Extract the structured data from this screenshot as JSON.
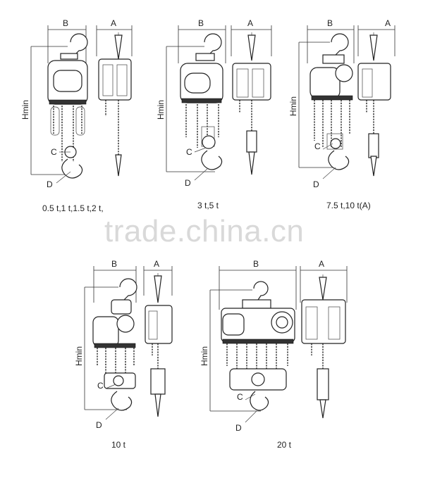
{
  "labels": {
    "B": "B",
    "A": "A",
    "Hmin": "Hmin",
    "C": "C",
    "D": "D"
  },
  "captions": [
    "0.5 t,1 t,1.5 t,2 t,",
    "3 t,5 t",
    "7.5 t,10 t(A)",
    "10 t",
    "20 t"
  ],
  "watermark": "trade.china.cn"
}
